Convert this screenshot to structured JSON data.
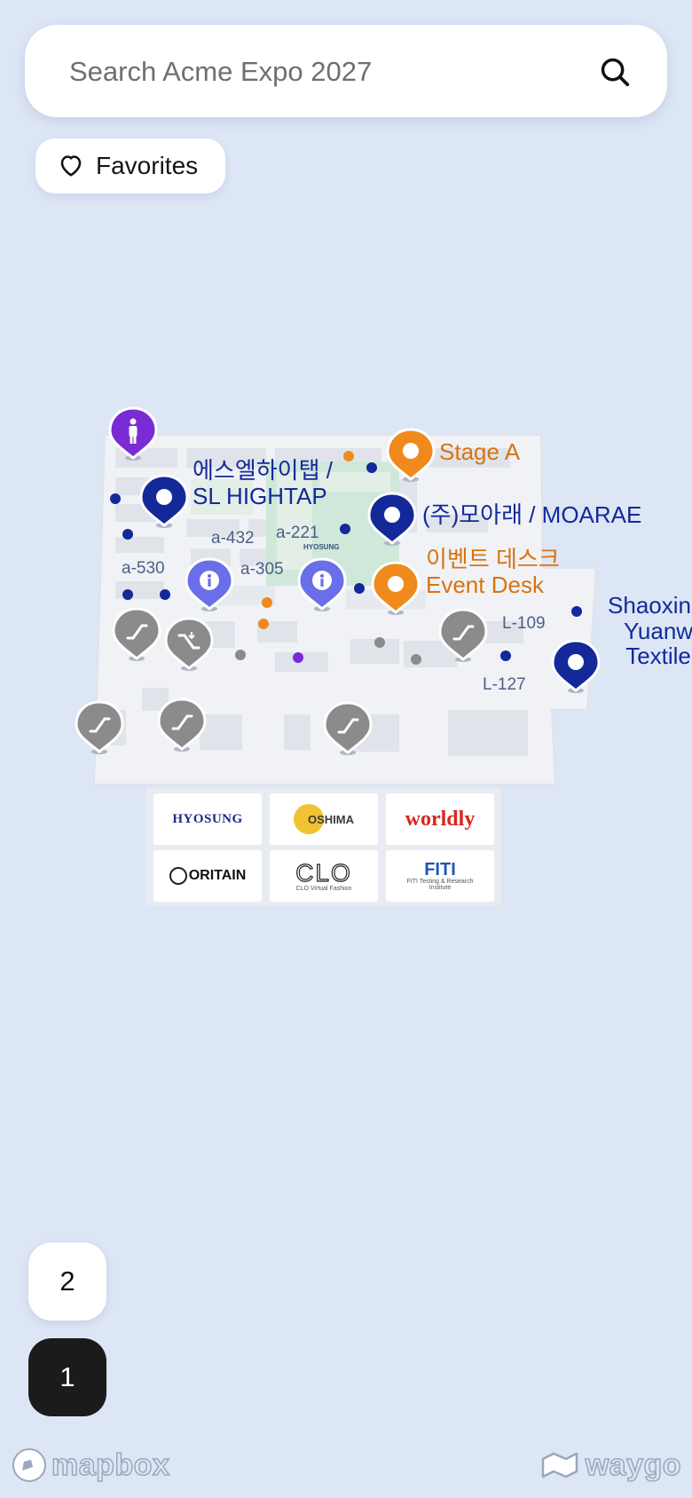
{
  "search": {
    "placeholder": "Search Acme Expo 2027"
  },
  "favorites": {
    "label": "Favorites"
  },
  "map": {
    "booth_labels": [
      "a-432",
      "a-221",
      "a-530",
      "a-305",
      "L-109",
      "L-127"
    ],
    "floor_tiny_label": "HYOSUNG",
    "pois": [
      {
        "name": "에스엘하이탭 /",
        "name2": "SL HIGHTAP",
        "type": "exhibitor",
        "color": "#13299a"
      },
      {
        "name": "Stage A",
        "type": "stage",
        "color": "#f08a1d"
      },
      {
        "name": "(주)모아래 / MOARAE",
        "type": "exhibitor",
        "color": "#13299a"
      },
      {
        "name": "이벤트 데스크",
        "name2": "Event Desk",
        "type": "event",
        "color": "#f08a1d"
      },
      {
        "name": "Shaoxin",
        "name2": "Yuanw",
        "name3": "Textile",
        "type": "exhibitor",
        "color": "#13299a"
      }
    ],
    "icons": [
      "restroom-icon",
      "info-icon",
      "escalator-icon",
      "elevator-icon",
      "booth-pin-icon"
    ]
  },
  "sponsors": [
    {
      "name": "HYOSUNG",
      "sub": ""
    },
    {
      "name": "OSHIMA",
      "sub": ""
    },
    {
      "name": "worldly",
      "sub": ""
    },
    {
      "name": "ORITAIN",
      "sub": ""
    },
    {
      "name": "CLO",
      "sub": "CLO Virtual Fashion"
    },
    {
      "name": "FITI",
      "sub": "FITI Testing & Research Institute"
    }
  ],
  "floors": {
    "upper": "2",
    "current": "1"
  },
  "attribution": {
    "left": "mapbox",
    "right": "waygo"
  },
  "colors": {
    "background": "#dde6f5",
    "exhibitor": "#13299a",
    "stage": "#f08a1d",
    "info": "#6a6ee8",
    "restroom": "#7a2bd4",
    "amenity": "#8b8b8b"
  }
}
